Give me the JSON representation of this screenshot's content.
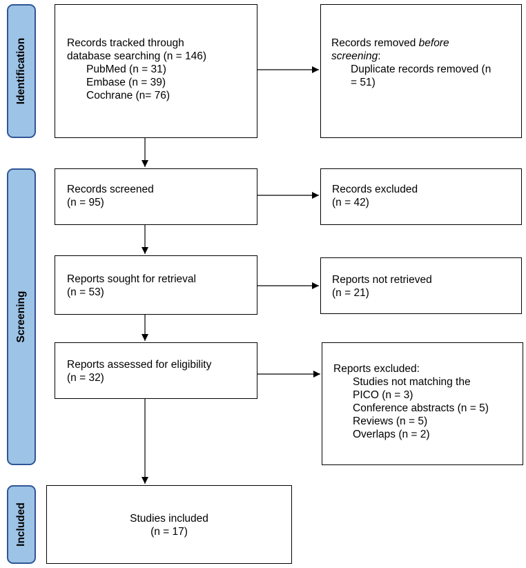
{
  "phases": {
    "identification": "Identification",
    "screening": "Screening",
    "included": "Included"
  },
  "identification": {
    "records_line1": "Records tracked through",
    "records_line2": "database searching (n = 146)",
    "pubmed": "PubMed (n = 31)",
    "embase": "Embase (n = 39)",
    "cochrane": "Cochrane (n= 76)",
    "removed_title_a": "Records removed ",
    "removed_title_em1": "before",
    "removed_title_em2": "screening",
    "removed_title_colon": ":",
    "duplicates_line1": "Duplicate records removed (n",
    "duplicates_line2": "= 51)"
  },
  "screening": {
    "screened_label": "Records screened",
    "screened_n": "(n = 95)",
    "excluded_label": "Records excluded",
    "excluded_n": "(n = 42)",
    "sought_label": "Reports sought for retrieval",
    "sought_n": "(n = 53)",
    "not_retrieved_label": "Reports not retrieved",
    "not_retrieved_n": "(n = 21)",
    "assessed_label": "Reports assessed for eligibility",
    "assessed_n": "(n = 32)",
    "reports_excluded_title": "Reports excluded:",
    "reason_pico_1": "Studies not matching the",
    "reason_pico_2": "PICO (n = 3)",
    "reason_abstracts": "Conference abstracts (n = 5)",
    "reason_reviews": "Reviews (n = 5)",
    "reason_overlaps": "Overlaps (n = 2)"
  },
  "included": {
    "label": "Studies included",
    "n": "(n = 17)"
  }
}
